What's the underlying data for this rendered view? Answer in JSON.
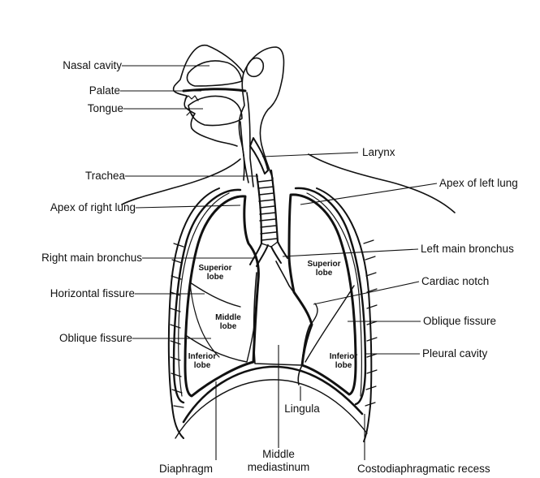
{
  "labels": {
    "nasal_cavity": "Nasal cavity",
    "palate": "Palate",
    "tongue": "Tongue",
    "larynx": "Larynx",
    "trachea": "Trachea",
    "apex_right_lung": "Apex of right lung",
    "apex_left_lung": "Apex of left lung",
    "right_main_bronchus": "Right main bronchus",
    "left_main_bronchus": "Left main bronchus",
    "horizontal_fissure": "Horizontal fissure",
    "cardiac_notch": "Cardiac notch",
    "oblique_fissure_right": "Oblique fissure",
    "oblique_fissure_left": "Oblique fissure",
    "pleural_cavity": "Pleural cavity",
    "lingula": "Lingula",
    "diaphragm": "Diaphragm",
    "middle_mediastinum_line1": "Middle",
    "middle_mediastinum_line2": "mediastinum",
    "costodiaphragmatic_recess": "Costodiaphragmatic recess"
  },
  "lobes": {
    "right_superior": "Superior lobe",
    "right_middle": "Middle lobe",
    "right_inferior": "Inferior lobe",
    "left_superior": "Superior lobe",
    "left_inferior": "Inferior lobe"
  },
  "colors": {
    "ink": "#111111",
    "background": "#ffffff"
  }
}
